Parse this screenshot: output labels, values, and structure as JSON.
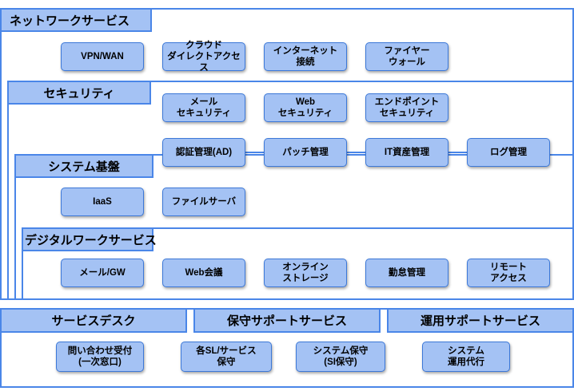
{
  "network": {
    "title": "ネットワークサービス",
    "items": [
      "VPN/WAN",
      "クラウド\nダイレクトアクセス",
      "インターネット\n接続",
      "ファイヤー\nウォール"
    ]
  },
  "security": {
    "title": "セキュリティ",
    "items": [
      "メール\nセキュリティ",
      "Web\nセキュリティ",
      "エンドポイント\nセキュリティ"
    ]
  },
  "system": {
    "title": "システム基盤",
    "chain": [
      "認証管理(AD)",
      "パッチ管理",
      "IT資産管理",
      "ログ管理"
    ],
    "items": [
      "IaaS",
      "ファイルサーバ"
    ]
  },
  "digital": {
    "title": "デジタルワークサービス",
    "items": [
      "メール/GW",
      "Web会議",
      "オンライン\nストレージ",
      "勤怠管理",
      "リモート\nアクセス"
    ]
  },
  "bottom": {
    "headers": [
      "サービスデスク",
      "保守サポートサービス",
      "運用サポートサービス"
    ],
    "items": [
      "問い合わせ受付\n(一次窓口)",
      "各SL/サービス\n保守",
      "システム保守\n(SI保守)",
      "システム\n運用代行"
    ]
  }
}
